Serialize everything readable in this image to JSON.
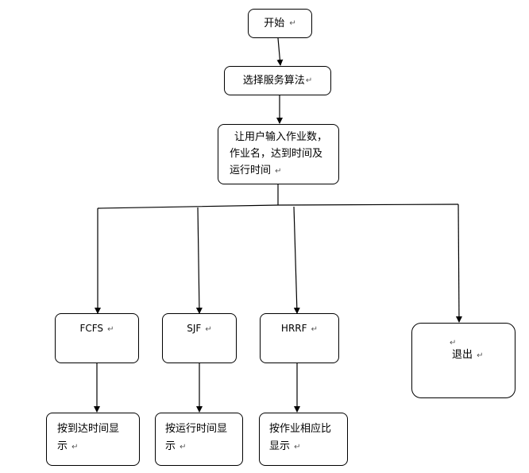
{
  "diagram": {
    "nodes": {
      "start": {
        "text": "开始"
      },
      "select_algorithm": {
        "text": "选择服务算法"
      },
      "input": {
        "lines": [
          "让用户输入作业数，",
          "作业名，达到时间及",
          "运行时间"
        ]
      },
      "fcfs": {
        "text": "FCFS"
      },
      "sjf": {
        "text": "SJF"
      },
      "hrrf": {
        "text": "HRRF"
      },
      "exit": {
        "text": "退出"
      },
      "fcfs_display": {
        "lines": [
          "按到达时间显",
          "示"
        ]
      },
      "sjf_display": {
        "lines": [
          "按运行时间显",
          "示"
        ]
      },
      "hrrf_display": {
        "lines": [
          "按作业相应比",
          "显示"
        ]
      }
    },
    "para_mark": "↵"
  }
}
